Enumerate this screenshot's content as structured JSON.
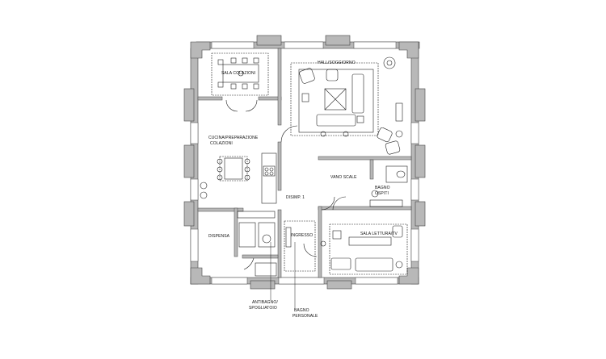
{
  "rooms": {
    "sala_colazioni": "SALA COLAZIONI",
    "hall_soggiorno": "HALL/SOGGIORNO",
    "cucina_line1": "CUCINA/PREPARAZIONE",
    "cucina_line2": "COLAZIONI",
    "vano_scale": "VANO SCALE",
    "bagno_ospiti_line1": "BAGNO",
    "bagno_ospiti_line2": "OSPITI",
    "disimpegno": "DISIMP. 1",
    "dispensa": "DISPENSA",
    "ingresso": "INGRESSO",
    "sala_lettura": "SALA LETTURA/TV",
    "antibagno_line1": "ANTIBAGNO/",
    "antibagno_line2": "SPOGLIATOIO",
    "bagno_personale_line1": "BAGNO",
    "bagno_personale_line2": "PERSONALE"
  },
  "colors": {
    "wall_fill": "#b8b8b8",
    "wall_stroke": "#444444",
    "line": "#222222",
    "background": "#ffffff"
  }
}
